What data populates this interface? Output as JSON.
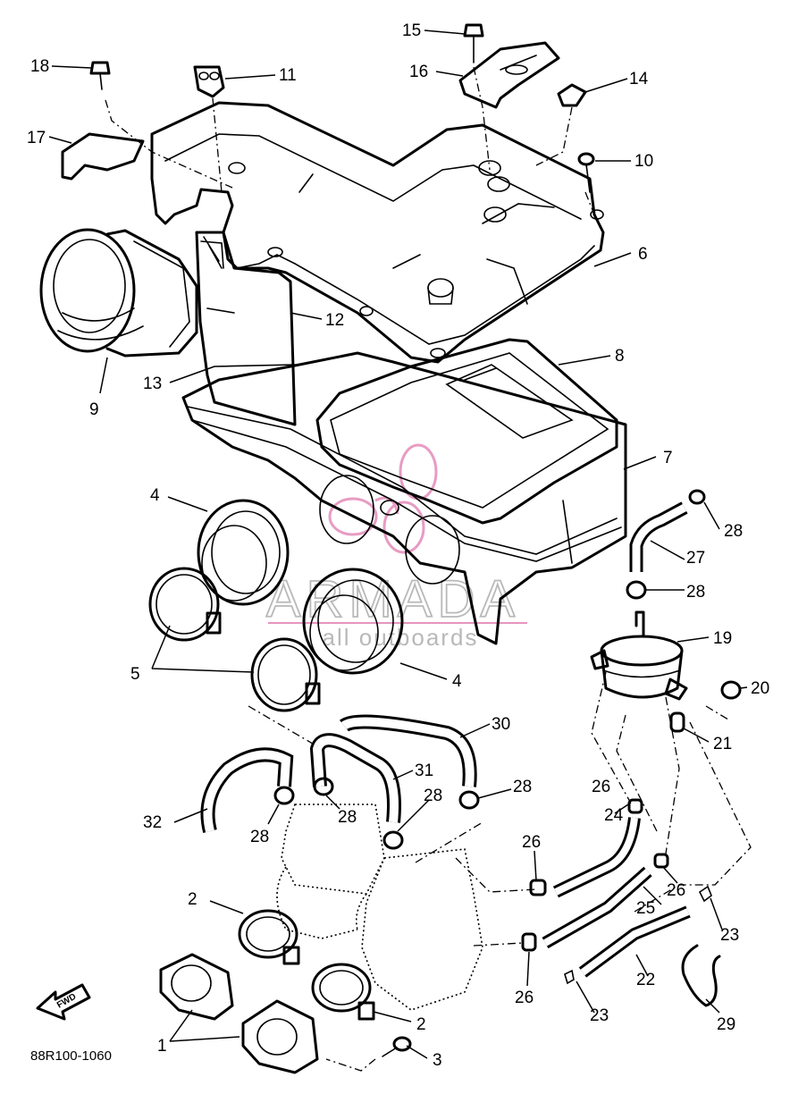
{
  "diagram": {
    "drawing_code": "88R100-1060",
    "front_marker": "FWD",
    "watermark": {
      "brand": "ARMADA",
      "tagline": "all outboards"
    },
    "callouts": [
      {
        "id": "c1",
        "label": "1"
      },
      {
        "id": "c2a",
        "label": "2"
      },
      {
        "id": "c2b",
        "label": "2"
      },
      {
        "id": "c3",
        "label": "3"
      },
      {
        "id": "c4a",
        "label": "4"
      },
      {
        "id": "c4b",
        "label": "4"
      },
      {
        "id": "c5",
        "label": "5"
      },
      {
        "id": "c6",
        "label": "6"
      },
      {
        "id": "c7",
        "label": "7"
      },
      {
        "id": "c8",
        "label": "8"
      },
      {
        "id": "c9",
        "label": "9"
      },
      {
        "id": "c10",
        "label": "10"
      },
      {
        "id": "c11",
        "label": "11"
      },
      {
        "id": "c12",
        "label": "12"
      },
      {
        "id": "c13",
        "label": "13"
      },
      {
        "id": "c14",
        "label": "14"
      },
      {
        "id": "c15",
        "label": "15"
      },
      {
        "id": "c16",
        "label": "16"
      },
      {
        "id": "c17",
        "label": "17"
      },
      {
        "id": "c18",
        "label": "18"
      },
      {
        "id": "c19",
        "label": "19"
      },
      {
        "id": "c20",
        "label": "20"
      },
      {
        "id": "c21",
        "label": "21"
      },
      {
        "id": "c22",
        "label": "22"
      },
      {
        "id": "c23a",
        "label": "23"
      },
      {
        "id": "c23b",
        "label": "23"
      },
      {
        "id": "c24",
        "label": "24"
      },
      {
        "id": "c25",
        "label": "25"
      },
      {
        "id": "c26a",
        "label": "26"
      },
      {
        "id": "c26b",
        "label": "26"
      },
      {
        "id": "c26c",
        "label": "26"
      },
      {
        "id": "c26d",
        "label": "26"
      },
      {
        "id": "c27",
        "label": "27"
      },
      {
        "id": "c28a",
        "label": "28"
      },
      {
        "id": "c28b",
        "label": "28"
      },
      {
        "id": "c28c",
        "label": "28"
      },
      {
        "id": "c28d",
        "label": "28"
      },
      {
        "id": "c28e",
        "label": "28"
      },
      {
        "id": "c28f",
        "label": "28"
      },
      {
        "id": "c29",
        "label": "29"
      },
      {
        "id": "c30",
        "label": "30"
      },
      {
        "id": "c31",
        "label": "31"
      },
      {
        "id": "c32",
        "label": "32"
      }
    ]
  }
}
